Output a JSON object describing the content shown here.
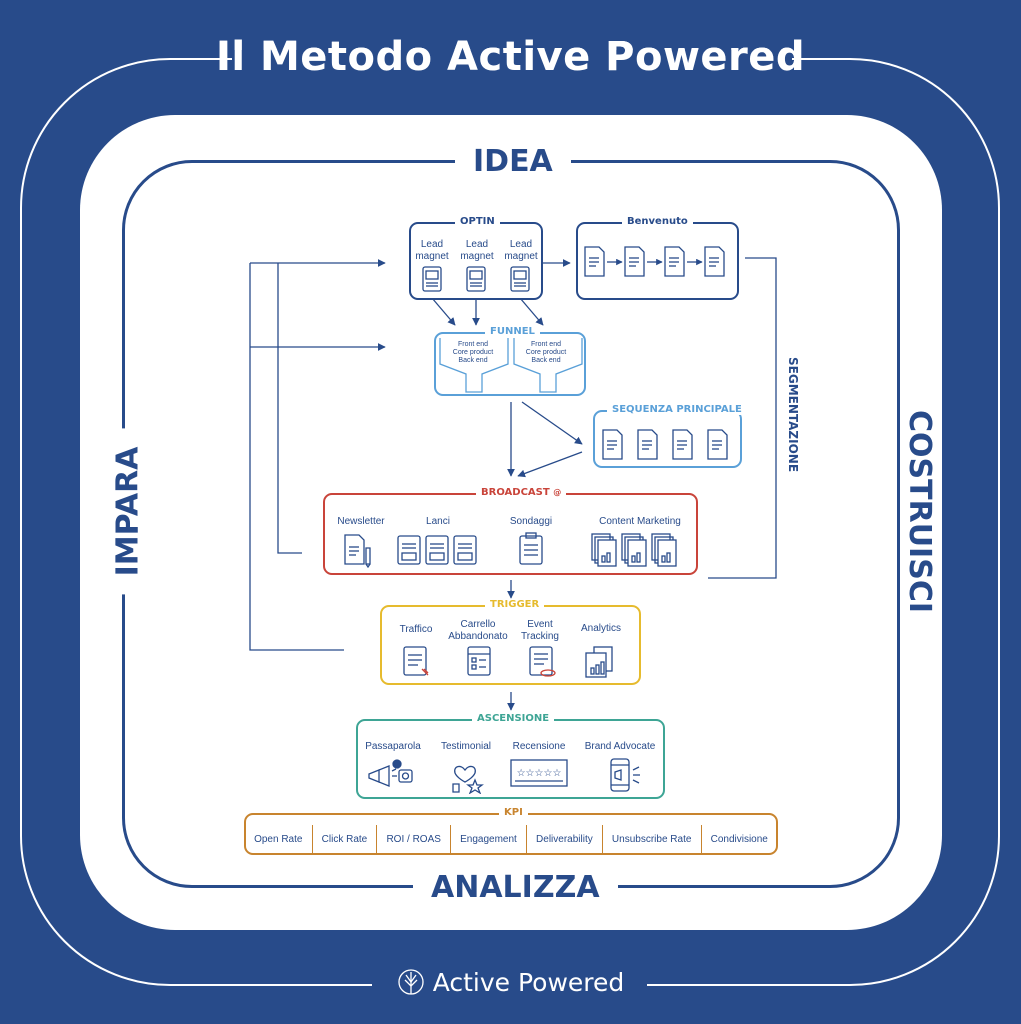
{
  "title": "Il Metodo Active Powered",
  "sides": {
    "top": "IDEA",
    "bottom": "ANALIZZA",
    "left": "IMPARA",
    "right": "COSTRUISCI"
  },
  "optin": {
    "title": "OPTIN",
    "items": [
      "Lead\nmagnet",
      "Lead\nmagnet",
      "Lead\nmagnet"
    ]
  },
  "benvenuto": {
    "title": "Benvenuto"
  },
  "funnel": {
    "title": "FUNNEL",
    "stages": [
      "Front end\nCore product\nBack end",
      "Front end\nCore product\nBack end"
    ]
  },
  "sequenza": {
    "title": "SEQUENZA PRINCIPALE"
  },
  "segmentazione": "SEGMENTAZIONE",
  "broadcast": {
    "title": "BROADCAST",
    "items": [
      "Newsletter",
      "Lanci",
      "Sondaggi",
      "Content Marketing"
    ]
  },
  "trigger": {
    "title": "TRIGGER",
    "items": [
      "Traffico",
      "Carrello\nAbbandonato",
      "Event\nTracking",
      "Analytics"
    ]
  },
  "ascensione": {
    "title": "ASCENSIONE",
    "items": [
      "Passaparola",
      "Testimonial",
      "Recensione",
      "Brand Advocate"
    ]
  },
  "kpi": {
    "title": "KPI",
    "items": [
      "Open Rate",
      "Click Rate",
      "ROI / ROAS",
      "Engagement",
      "Deliverability",
      "Unsubscribe Rate",
      "Condivisione"
    ]
  },
  "footer": {
    "brand": "Active Powered"
  },
  "colors": {
    "navy": "#284b8a",
    "optin": "#284b8a",
    "funnel": "#5aa0d8",
    "broadcast": "#c9443a",
    "trigger": "#e6bb2e",
    "ascensione": "#3ea595",
    "kpi": "#c8842e"
  }
}
